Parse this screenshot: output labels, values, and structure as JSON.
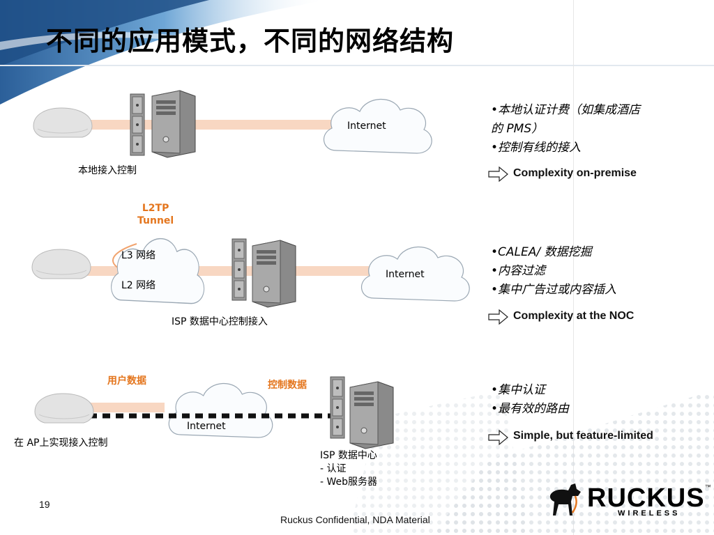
{
  "title": "不同的应用模式，不同的网络结构",
  "rows": [
    {
      "left_label": "本地接入控制",
      "cloud_labels": [
        "Internet"
      ],
      "bullets": [
        "•本地认证计费（如集成酒店",
        "的 PMS）",
        "•控制有线的接入"
      ],
      "complexity": "Complexity on-premise"
    },
    {
      "tunnel_label": [
        "L2TP",
        "Tunnel"
      ],
      "cloud_labels": [
        "L3 网络",
        "L2 网络",
        "Internet"
      ],
      "bottom_label": "ISP 数据中心控制接入",
      "bullets": [
        "•CALEA/ 数据挖掘",
        "•内容过滤",
        "•集中广告过或内容插入"
      ],
      "complexity": "Complexity at the NOC"
    },
    {
      "user_data_label": "用户数据",
      "control_data_label": "控制数据",
      "cloud_labels": [
        "Internet"
      ],
      "left_label": "在 AP上实现接入控制",
      "server_labels": [
        "ISP 数据中心",
        "- 认证",
        "- Web服务器"
      ],
      "bullets": [
        "•集中认证",
        "•最有效的路由"
      ],
      "complexity": "Simple, but feature-limited"
    }
  ],
  "page_number": "19",
  "footer": "Ruckus Confidential, NDA Material",
  "logo": {
    "word": "RUCKUS",
    "sub": "WIRELESS",
    "tm": "™"
  },
  "colors": {
    "orange": "#e4761e",
    "link_line": "#f8d7c2",
    "cloud_stroke": "#9aa7b3",
    "server_gray": "#8c8c8c"
  }
}
